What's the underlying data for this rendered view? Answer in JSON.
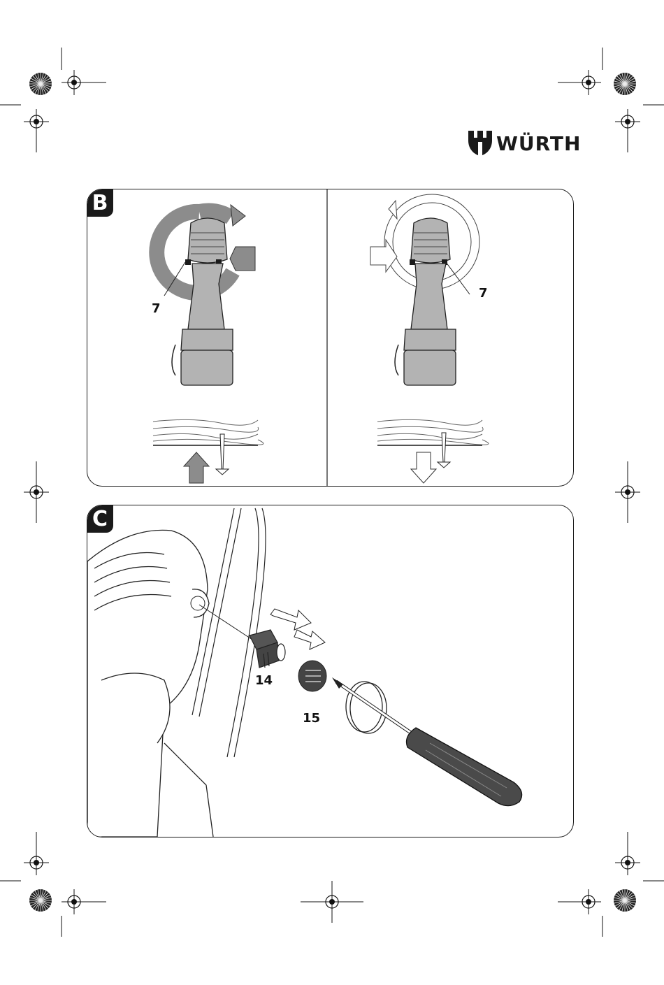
{
  "brand": {
    "name": "WÜRTH"
  },
  "panel_b": {
    "label": "B",
    "left_callout": "7",
    "right_callout": "7"
  },
  "panel_c": {
    "label": "C",
    "callout_brush": "14",
    "callout_cap": "15"
  },
  "colors": {
    "ink": "#1a1a1a",
    "tool_gray": "#b3b3b3",
    "arrow_gray": "#8c8c8c"
  }
}
